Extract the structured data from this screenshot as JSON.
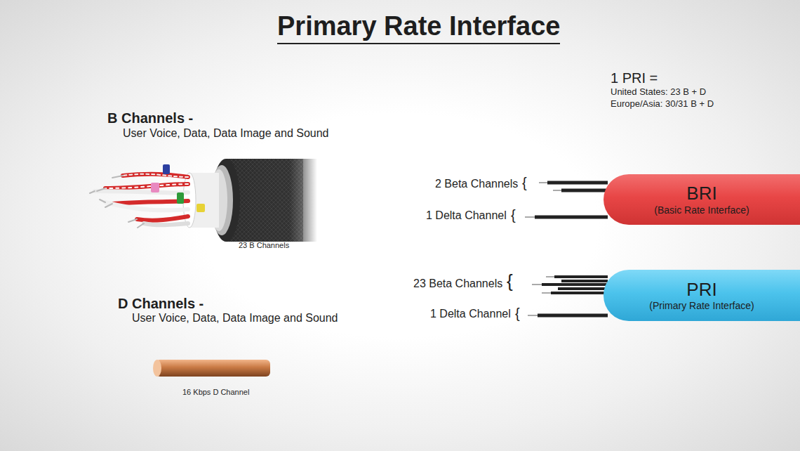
{
  "diagram": {
    "title": "Primary Rate Interface",
    "nodes": [
      {
        "text": [
          "BRI",
          "(Basic Rate Interface)"
        ]
      },
      {
        "text": [
          "PRI",
          "(Primary Rate Interface)"
        ]
      }
    ],
    "labels": [
      "1 PRI =",
      "United States: 23 B + D",
      "Europe/Asia: 30/31 B + D",
      "B Channels -",
      "User Voice, Data, Data Image and Sound",
      "23 B Channels",
      "D Channels -",
      "User Voice, Data, Data Image and Sound",
      "16 Kbps D Channel",
      "2 Beta Channels",
      "{",
      "1 Delta Channel",
      "{",
      "23 Beta Channels",
      "{",
      "1 Delta Channel",
      "{"
    ]
  }
}
